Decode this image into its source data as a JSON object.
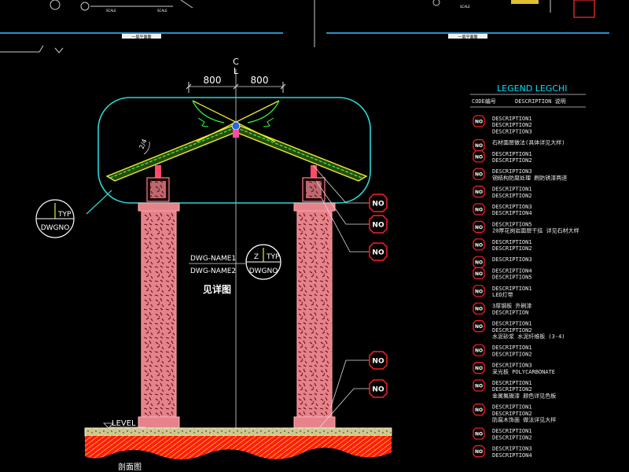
{
  "drawing": {
    "centerline": {
      "top": "C",
      "bottom": "L"
    },
    "dimensions": [
      "800",
      "800"
    ],
    "slope_label": "2/4",
    "level_label": "LEVEL",
    "section_label": "剖面图",
    "detail_tag_left": {
      "top": "TYP",
      "bottom": "DWGNO"
    },
    "detail_tag_mid": {
      "num": "Z",
      "top": "TYP",
      "bottom": "DWGNO"
    },
    "dwg_names": [
      "DWG-NAME1",
      "DWG-NAME2"
    ],
    "detail_caption": "见详图",
    "callout_text": "NO",
    "top_view_title_left": "一层平面图",
    "top_view_title_right": "一层平面图",
    "top_scale_labels": [
      "SCALE",
      "SCALE",
      "SCALE"
    ]
  },
  "legend": {
    "title": "LEGEND  LEGCHI",
    "col_headers": [
      "CODE编号",
      "DESCRIPTION 说明"
    ],
    "marker": "NO",
    "rows": [
      [
        "DESCRIPTION1",
        "DESCRIPTION2",
        "DESCRIPTION3"
      ],
      [
        "石材面层做法(具体详见大样)"
      ],
      [
        "DESCRIPTION1",
        "DESCRIPTION2"
      ],
      [
        "DESCRIPTION3",
        "钢结构防腐处理 刷防锈漆两道"
      ],
      [
        "DESCRIPTION1",
        "DESCRIPTION2"
      ],
      [
        "DESCRIPTION3",
        "DESCRIPTION4"
      ],
      [
        "DESCRIPTION5",
        "20厚花岗岩面层干挂 详见石材大样"
      ],
      [
        "DESCRIPTION1",
        "DESCRIPTION2"
      ],
      [
        "DESCRIPTION3"
      ],
      [
        "DESCRIPTION4",
        "DESCRIPTION5"
      ],
      [
        "DESCRIPTION1",
        "LED灯带"
      ],
      [
        "3厚钢板 外刷漆",
        "DESCRIPTION"
      ],
      [
        "DESCRIPTION1",
        "DESCRIPTION2",
        "水泥砂浆 水泥纤维板 (3-4)"
      ],
      [
        "DESCRIPTION1",
        "DESCRIPTION2"
      ],
      [
        "DESCRIPTION3",
        "采光板 POLYCARBONATE"
      ],
      [
        "DESCRIPTION1",
        "DESCRIPTION2",
        "金属氟碳漆 颜色详见色板"
      ],
      [
        "DESCRIPTION1",
        "DESCRIPTION2",
        "防腐木饰面 做法详见大样"
      ],
      [
        "DESCRIPTION1",
        "DESCRIPTION2"
      ],
      [
        "DESCRIPTION3",
        "DESCRIPTION4"
      ]
    ]
  }
}
